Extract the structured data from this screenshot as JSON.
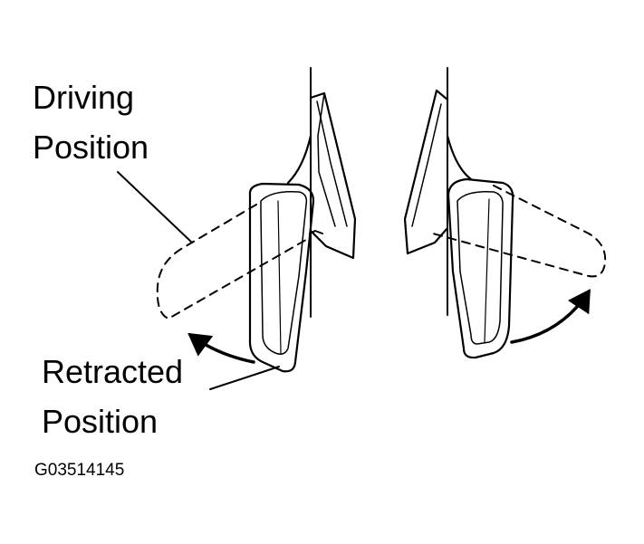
{
  "labels": {
    "driving_line1": "Driving",
    "driving_line2": "Position",
    "retracted_line1": "Retracted",
    "retracted_line2": "Position",
    "figure_code": "G03514145"
  },
  "colors": {
    "ink": "#000000",
    "background": "#ffffff"
  },
  "icons": [
    "rotation-arrow-icon"
  ]
}
